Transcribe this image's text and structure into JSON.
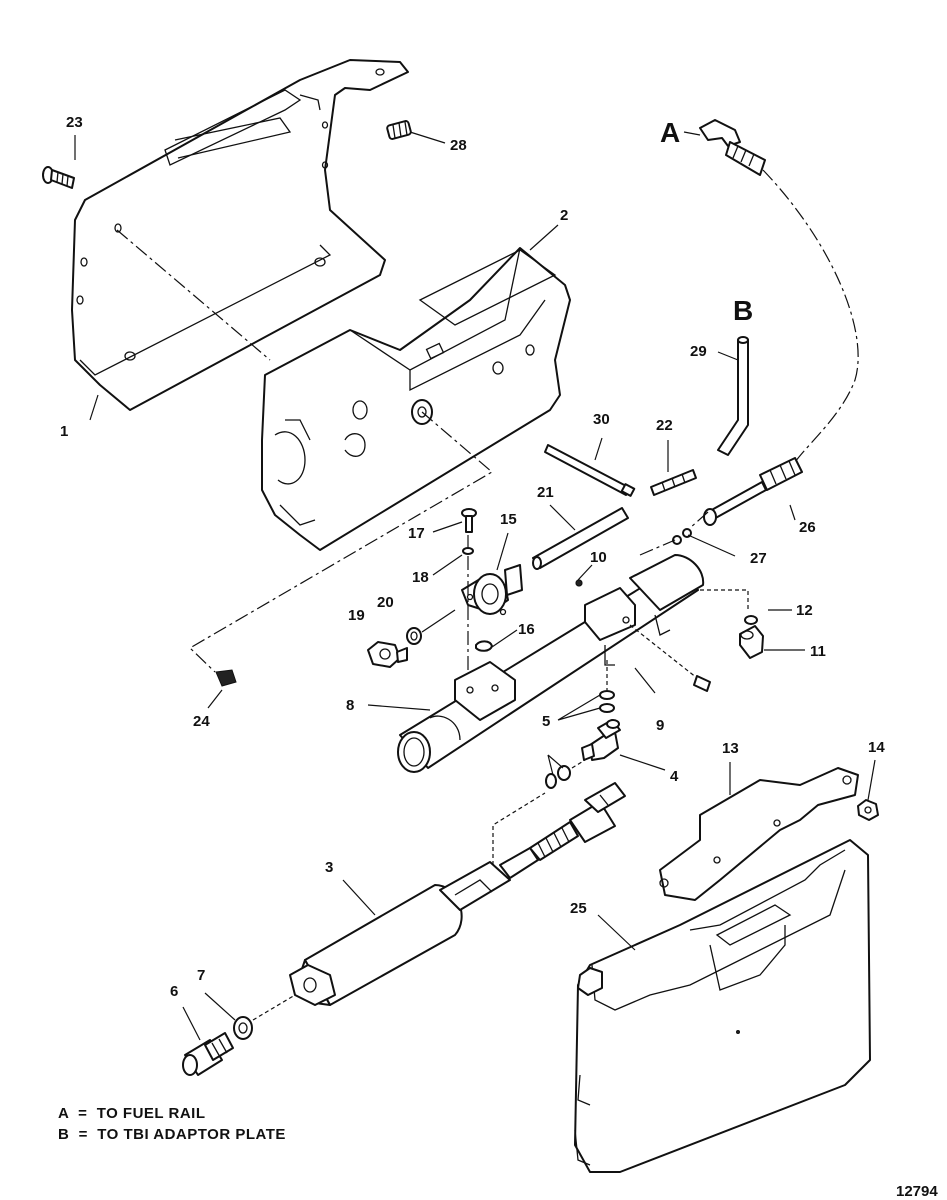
{
  "diagram": {
    "callouts": {
      "p1": "1",
      "p2": "2",
      "p3": "3",
      "p4": "4",
      "p5": "5",
      "p6": "6",
      "p7": "7",
      "p8": "8",
      "p9": "9",
      "p10": "10",
      "p11": "11",
      "p12": "12",
      "p13": "13",
      "p14": "14",
      "p15": "15",
      "p16": "16",
      "p17": "17",
      "p18": "18",
      "p19": "19",
      "p20": "20",
      "p21": "21",
      "p22": "22",
      "p23": "23",
      "p24": "24",
      "p25": "25",
      "p26": "26",
      "p27": "27",
      "p28": "28",
      "p29": "29",
      "p30": "30"
    },
    "connections": {
      "a": "A",
      "b": "B"
    },
    "legend": {
      "a": "A  =  TO FUEL RAIL",
      "b": "B  =  TO TBI ADAPTOR PLATE"
    },
    "drawing_code": "12794"
  }
}
